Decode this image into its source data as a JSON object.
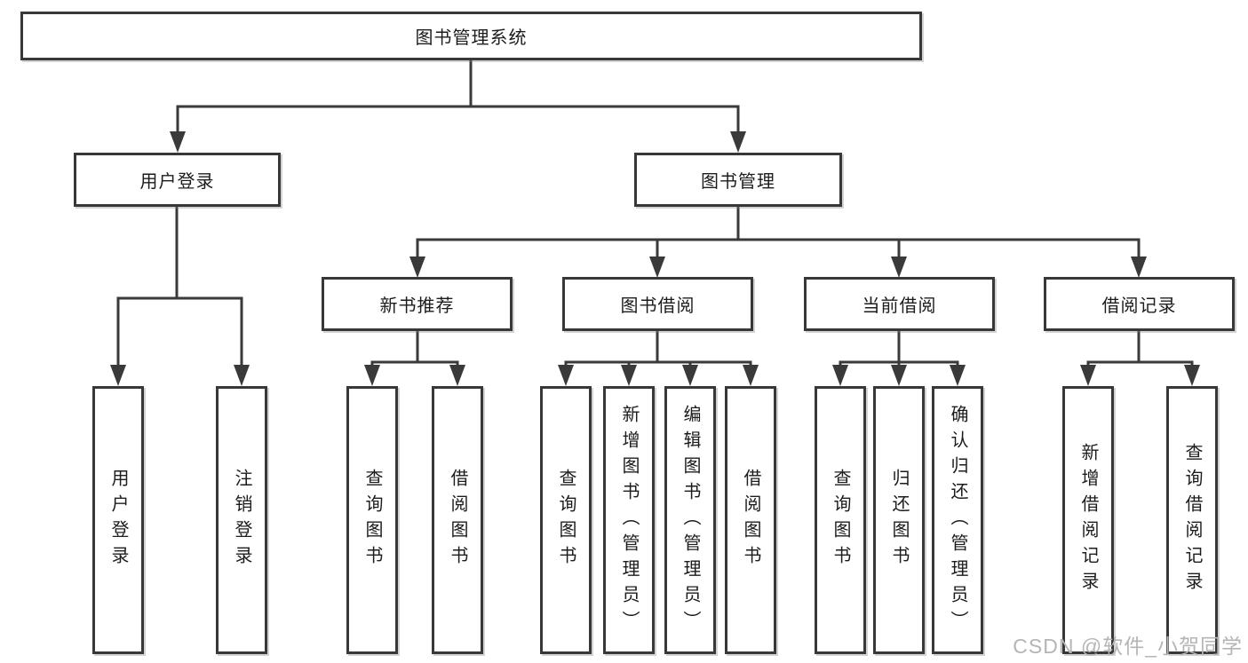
{
  "nodes": {
    "root": "图书管理系统",
    "level2": [
      "用户登录",
      "图书管理"
    ],
    "level3": [
      "新书推荐",
      "图书借阅",
      "当前借阅",
      "借阅记录"
    ],
    "leaves_user_login": [
      "用户登录",
      "注销登录"
    ],
    "leaves_new_book": [
      "查询图书",
      "借阅图书"
    ],
    "leaves_book_borrow": [
      "查询图书",
      "新增图书（管理员）",
      "编辑图书（管理员）",
      "借阅图书"
    ],
    "leaves_current_borrow": [
      "查询图书",
      "归还图书",
      "确认归还（管理员）"
    ],
    "leaves_borrow_record": [
      "新增借阅记录",
      "查询借阅记录"
    ]
  },
  "watermark": "CSDN @软件_小贺同学",
  "colors": {
    "line": "#3a3a3a",
    "box_border": "#383838",
    "text": "#1c1c1c",
    "watermark": "#b5b5b5",
    "background": "#ffffff"
  }
}
